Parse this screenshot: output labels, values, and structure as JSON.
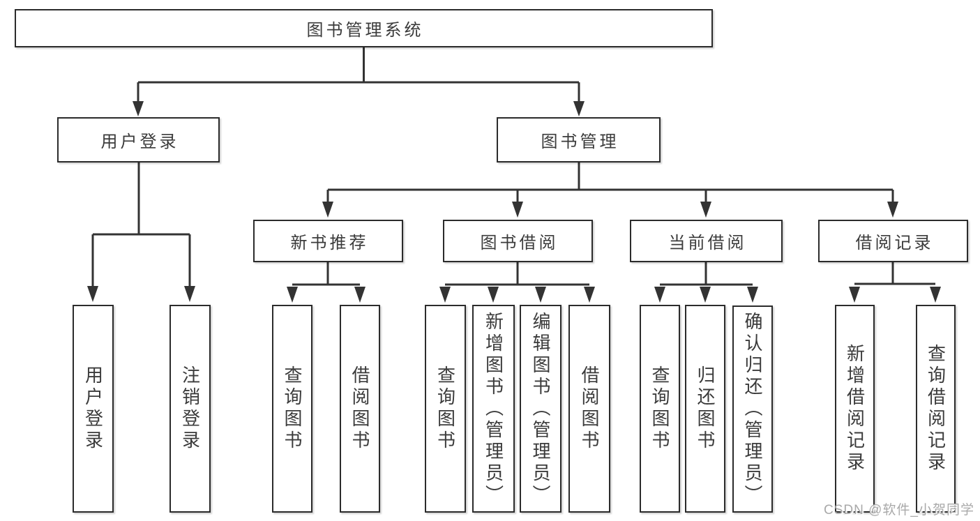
{
  "diagram": {
    "tree": {
      "root": {
        "label": "图书管理系统"
      },
      "children": [
        {
          "label": "用户登录",
          "children": [
            {
              "label": "用户登录"
            },
            {
              "label": "注销登录"
            }
          ]
        },
        {
          "label": "图书管理",
          "children": [
            {
              "label": "新书推荐",
              "children": [
                {
                  "label": "查询图书"
                },
                {
                  "label": "借阅图书"
                }
              ]
            },
            {
              "label": "图书借阅",
              "children": [
                {
                  "label": "查询图书"
                },
                {
                  "label": "新增图书（管理员）"
                },
                {
                  "label": "编辑图书（管理员）"
                },
                {
                  "label": "借阅图书"
                }
              ]
            },
            {
              "label": "当前借阅",
              "children": [
                {
                  "label": "查询图书"
                },
                {
                  "label": "归还图书"
                },
                {
                  "label": "确认归还（管理员）"
                }
              ]
            },
            {
              "label": "借阅记录",
              "children": [
                {
                  "label": "新增借阅记录"
                },
                {
                  "label": "查询借阅记录"
                }
              ]
            }
          ]
        }
      ]
    }
  },
  "watermark": {
    "text": "CSDN @软件_小贺同学"
  },
  "colors": {
    "background": "#ffffff",
    "line": "#333333",
    "box_border": "#2b2b2b",
    "text": "#3b3b3b",
    "watermark": "#a9a9a9"
  }
}
